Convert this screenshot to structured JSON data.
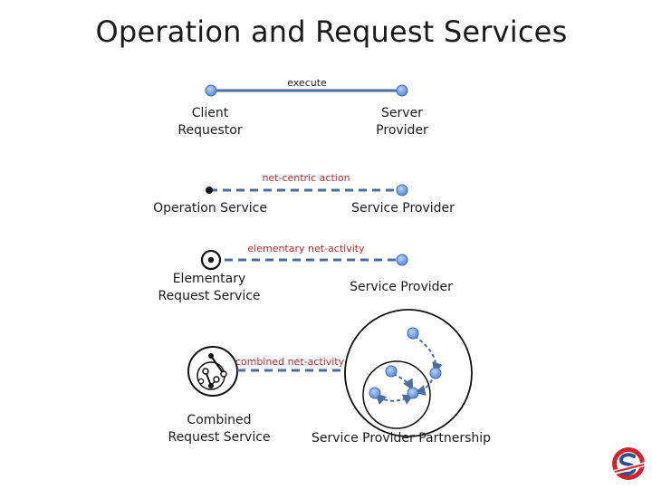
{
  "title": "Operation and Request Services",
  "rows": [
    {
      "edge_label": "execute",
      "source_label_lines": [
        "Client",
        "Requestor"
      ],
      "target_label_lines": [
        "Server",
        "Provider"
      ]
    },
    {
      "edge_label": "net-centric action",
      "source_label_lines": [
        "Operation Service"
      ],
      "target_label_lines": [
        "Service Provider"
      ]
    },
    {
      "edge_label": "elementary net-activity",
      "source_label_lines": [
        "Elementary",
        "Request Service"
      ],
      "target_label_lines": [
        "Service Provider"
      ]
    },
    {
      "edge_label": "combined net-activity",
      "source_label_lines": [
        "Combined",
        "Request Service"
      ],
      "target_label_lines": [
        "Service Provider Partnership"
      ]
    }
  ],
  "colors": {
    "node_fill": "#6f9be3",
    "node_stroke": "#3d6db8",
    "edge": "#4a6f9c",
    "edge_label_red": "#c0282d",
    "logo_red": "#d2232a",
    "logo_blue": "#2c4f8f"
  },
  "icons": {
    "logo": "logo-emblem"
  }
}
